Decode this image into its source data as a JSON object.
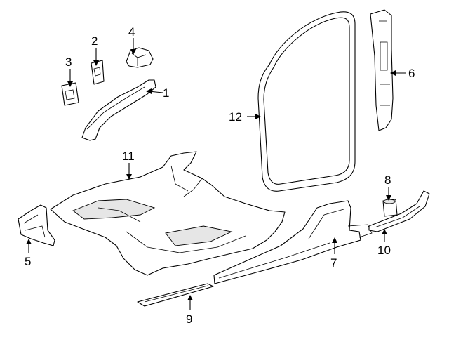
{
  "callouts": {
    "c1": "1",
    "c2": "2",
    "c3": "3",
    "c4": "4",
    "c5": "5",
    "c6": "6",
    "c7": "7",
    "c8": "8",
    "c9": "9",
    "c10": "10",
    "c11": "11",
    "c12": "12"
  },
  "colors": {
    "line": "#000000",
    "background": "#ffffff",
    "shade": "#e6e6e6"
  }
}
